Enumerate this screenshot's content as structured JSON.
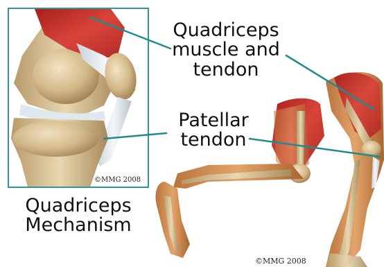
{
  "labels": {
    "quadriceps": [
      "Quadriceps",
      "muscle and",
      "tendon"
    ],
    "patellar": [
      "Patellar",
      "tendon"
    ],
    "mechanism": [
      "Quadriceps",
      "Mechanism"
    ]
  },
  "copyright": {
    "inset": "©MMG 2008",
    "main": "©MMG 2008"
  },
  "colors": {
    "pointer": "#1e8c8c",
    "inset_border": "#2a9a98",
    "muscle": "#c8322e",
    "bone": "#d9c39a",
    "tendon": "#e6ecf0"
  }
}
